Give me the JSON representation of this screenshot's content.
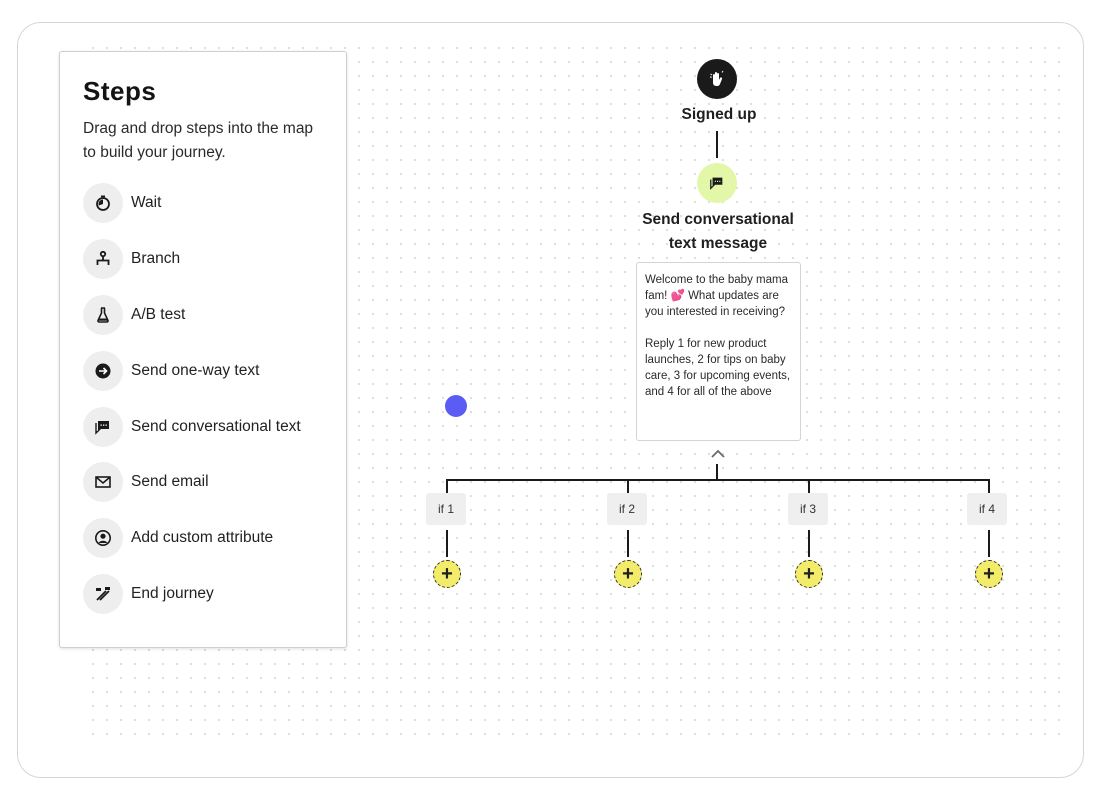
{
  "panel": {
    "title": "Steps",
    "description": "Drag and drop steps into the map to build your journey.",
    "steps": [
      {
        "label": "Wait",
        "icon": "timer-icon"
      },
      {
        "label": "Branch",
        "icon": "branch-icon"
      },
      {
        "label": "A/B test",
        "icon": "flask-icon"
      },
      {
        "label": "Send one-way text",
        "icon": "arrow-bubble-icon"
      },
      {
        "label": "Send conversational text",
        "icon": "chat-bubble-icon"
      },
      {
        "label": "Send email",
        "icon": "envelope-icon"
      },
      {
        "label": "Add custom attribute",
        "icon": "user-circle-icon"
      },
      {
        "label": "End journey",
        "icon": "tools-icon"
      }
    ]
  },
  "journey": {
    "trigger": {
      "title": "Signed up",
      "icon": "waving-hand-icon"
    },
    "message_step": {
      "title": "Send conversational text message",
      "icon": "chat-bubble-icon",
      "body": "Welcome to the baby mama fam! 💕 What updates are you interested in receiving?\n\nReply 1 for new product launches, 2 for tips on baby care, 3 for upcoming events, and 4 for all of the above"
    },
    "branches": [
      {
        "label": "if 1",
        "add": "+"
      },
      {
        "label": "if 2",
        "add": "+"
      },
      {
        "label": "if 3",
        "add": "+"
      },
      {
        "label": "if 4",
        "add": "+"
      }
    ]
  },
  "colors": {
    "accent_green": "#e2f7a8",
    "add_yellow": "#f2ec6a",
    "cursor_blue": "#5b5bf5"
  }
}
